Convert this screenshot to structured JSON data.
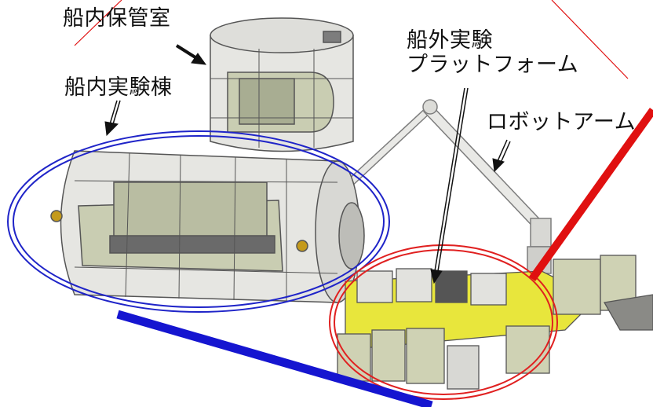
{
  "labels": {
    "storage": "船内保管室",
    "pressurized_module": "船内実験棟",
    "exposed_facility_line1": "船外実験",
    "exposed_facility_line2": "プラットフォーム",
    "robot_arm": "ロボットアーム"
  },
  "colors": {
    "module_body": "#e6e6e2",
    "module_outline": "#555555",
    "interior_panel": "#c9cdb2",
    "yellow_platform": "#e8e63c",
    "payload_box": "#cfd2b4",
    "pressurized_ellipse": "#1f24c8",
    "exposed_ellipse": "#e02020",
    "red_stroke": "#e01010",
    "blue_stroke": "#1515d0"
  }
}
